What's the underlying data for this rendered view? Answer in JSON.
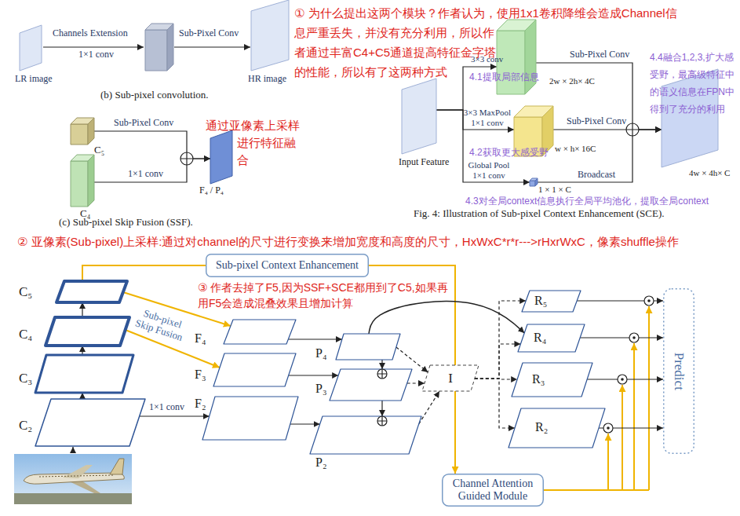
{
  "diagram": {
    "caption": "Fig. 4: Illustration of Sub-pixel Context Enhancement (SCE).",
    "nodes": [
      {
        "text": [
          "LR image"
        ]
      },
      {
        "text": [
          "HR image"
        ]
      },
      {
        "text": [
          "C₅"
        ]
      },
      {
        "text": [
          "C₄"
        ]
      },
      {
        "text": [
          "F₄ / P₄"
        ]
      },
      {
        "text": [
          "Input Feature"
        ]
      },
      {
        "text": [
          "2w × 2h× 4C"
        ]
      },
      {
        "text": [
          "w × h× 16C"
        ]
      },
      {
        "text": [
          "1 × 1 × C"
        ]
      },
      {
        "text": [
          "4w × 4h× C"
        ]
      },
      {
        "text": [
          "Sub-pixel Context Enhancement"
        ]
      },
      {
        "text": [
          "C₅"
        ]
      },
      {
        "text": [
          "C₄"
        ]
      },
      {
        "text": [
          "C₃"
        ]
      },
      {
        "text": [
          "C₂"
        ]
      },
      {
        "text": [
          "F₄"
        ]
      },
      {
        "text": [
          "F₃"
        ]
      },
      {
        "text": [
          "F₂"
        ]
      },
      {
        "text": [
          "P₄"
        ]
      },
      {
        "text": [
          "P₃"
        ]
      },
      {
        "text": [
          "P₂"
        ]
      },
      {
        "text": [
          "I"
        ]
      },
      {
        "text": [
          "R₅"
        ]
      },
      {
        "text": [
          "R₄"
        ]
      },
      {
        "text": [
          "R₃"
        ]
      },
      {
        "text": [
          "R₂"
        ]
      },
      {
        "text": [
          "Predict"
        ]
      },
      {
        "text": [
          "Channel Attention Guided Module"
        ]
      }
    ],
    "edges": [
      {
        "from": 2,
        "to": 4,
        "arrow": "to",
        "label": "Sub-Pixel Conv"
      },
      {
        "from": 3,
        "to": 4,
        "arrow": "to",
        "label": "1×1 conv"
      },
      {
        "from": 5,
        "to": 6,
        "arrow": "to",
        "label": "3×3 conv"
      },
      {
        "from": 5,
        "to": 7,
        "arrow": "to",
        "label": "3×3 MaxPool 1×1 conv"
      },
      {
        "from": 5,
        "to": 8,
        "arrow": "to",
        "label": "Global Pool 1×1 conv"
      },
      {
        "from": 6,
        "to": 9,
        "arrow": "to",
        "label": "Sub-Pixel Conv"
      },
      {
        "from": 7,
        "to": 9,
        "arrow": "to",
        "label": "Sub-Pixel Conv"
      },
      {
        "from": 8,
        "to": 9,
        "arrow": "to",
        "label": "Broadcast"
      },
      {
        "from": 14,
        "to": 13,
        "arrow": "to"
      },
      {
        "from": 13,
        "to": 12,
        "arrow": "to"
      },
      {
        "from": 12,
        "to": 11,
        "arrow": "to"
      },
      {
        "from": 11,
        "to": 15,
        "arrow": "to"
      },
      {
        "from": 12,
        "to": 16,
        "arrow": "to"
      },
      {
        "from": 14,
        "to": 17,
        "arrow": "to",
        "label": "1×1 conv"
      },
      {
        "from": 11,
        "to": 10,
        "arrow": "none"
      },
      {
        "from": 10,
        "to": 21,
        "arrow": "none"
      },
      {
        "from": 21,
        "to": 27,
        "arrow": "to"
      },
      {
        "from": 15,
        "to": 18,
        "arrow": "to"
      },
      {
        "from": 16,
        "to": 19,
        "arrow": "to"
      },
      {
        "from": 17,
        "to": 20,
        "arrow": "to"
      },
      {
        "from": 18,
        "to": 19,
        "arrow": "to"
      },
      {
        "from": 19,
        "to": 20,
        "arrow": "to"
      },
      {
        "from": 18,
        "to": 21,
        "arrow": "to"
      },
      {
        "from": 19,
        "to": 21,
        "arrow": "to"
      },
      {
        "from": 20,
        "to": 21,
        "arrow": "to"
      },
      {
        "from": 18,
        "to": 23,
        "arrow": "to"
      },
      {
        "from": 21,
        "to": 22,
        "arrow": "to"
      },
      {
        "from": 21,
        "to": 23,
        "arrow": "to"
      },
      {
        "from": 21,
        "to": 24,
        "arrow": "to"
      },
      {
        "from": 21,
        "to": 25,
        "arrow": "to"
      },
      {
        "from": 22,
        "to": 26,
        "arrow": "to"
      },
      {
        "from": 23,
        "to": 26,
        "arrow": "to"
      },
      {
        "from": 24,
        "to": 26,
        "arrow": "to"
      },
      {
        "from": 25,
        "to": 26,
        "arrow": "to"
      }
    ],
    "labels": [
      "Channels Extension",
      "1×1 conv",
      "Sub-Pixel Conv",
      "(b) Sub-pixel convolution.",
      "① 为什么提出这两个模块？作者认为，使用1x1卷积降维会造成Channel信息严重丢失，并没有充分利用，所以作者通过丰富C4+C5通道提高特征金字塔的性能，所以有了这两种方式",
      "通过亚像素上采样进行特征融合",
      "(c) Sub-pixel Skip Fusion (SSF).",
      "4.1提取局部信息",
      "4.2获取更大感受野",
      "4.3对全局context信息执行全局平均池化，提取全局context",
      "4.4融合1,2,3,扩大感受野，最高级特征中的语义信息在FPN中得到了充分的利用",
      "② 亚像素(Sub-pixel)上采样:通过对channel的尺寸进行变换来增加宽度和高度的尺寸，HxWxC*r*r--->rHxrWxC，像素shuffle操作",
      "③ 作者去掉了F5,因为SSF+SCE都用到了C5,如果再用F5会造成混叠效果且增加计算",
      "Sub-pixel Skip Fusion"
    ]
  }
}
